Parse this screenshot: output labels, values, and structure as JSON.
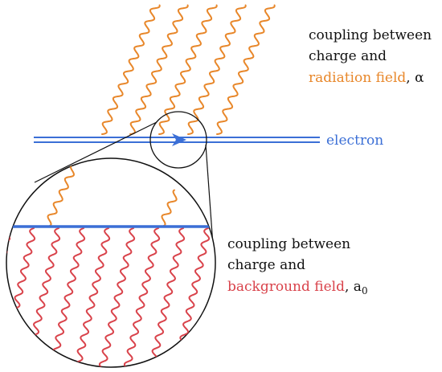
{
  "colors": {
    "orange": "#e8872a",
    "red": "#d9434b",
    "blue": "#3b6fd6",
    "black": "#111111"
  },
  "labels": {
    "top": {
      "line1": "coupling between",
      "line2": "charge and",
      "line3_colored": "radiation field",
      "line3_suffix": ", α"
    },
    "electron": "electron",
    "bottom": {
      "line1": "coupling between",
      "line2": "charge and",
      "line3_colored": "background field",
      "line3_suffix": ", a",
      "line3_subscript": "0"
    }
  }
}
